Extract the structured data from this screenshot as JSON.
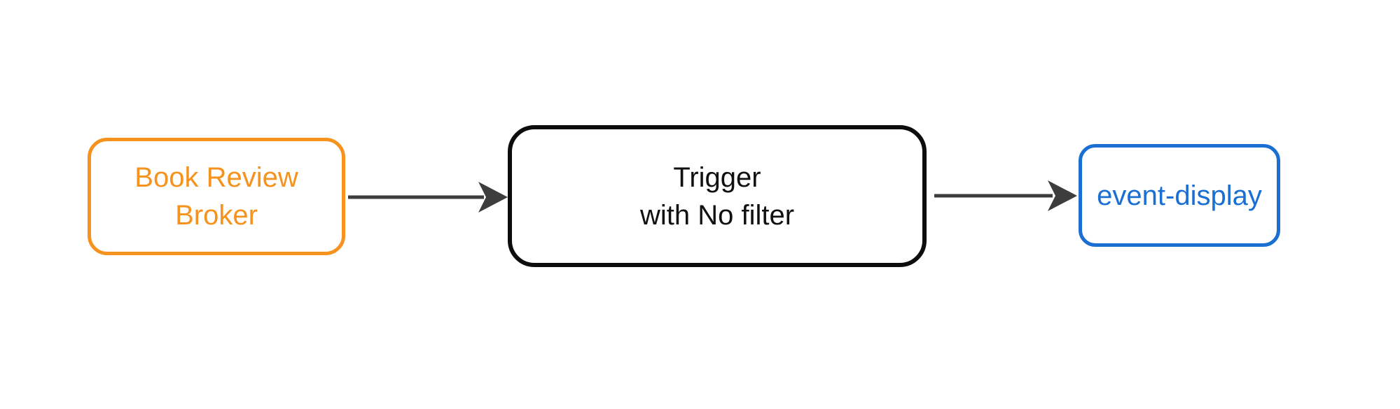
{
  "diagram": {
    "background_color": "#FFFFFF",
    "arrow_color": "#3D3D3D",
    "nodes": [
      {
        "id": "book-review-broker",
        "line1": "Book Review",
        "line2": "Broker",
        "color": "#F6921E",
        "shape": "rounded-rectangle"
      },
      {
        "id": "trigger",
        "line1": "Trigger",
        "line2": "with No filter",
        "color": "#0D0D0D",
        "shape": "rounded-rectangle"
      },
      {
        "id": "event-display",
        "line1": "event-display",
        "color": "#1B6FD2",
        "shape": "rounded-rectangle"
      }
    ],
    "edges": [
      {
        "from": "book-review-broker",
        "to": "trigger",
        "type": "arrow"
      },
      {
        "from": "trigger",
        "to": "event-display",
        "type": "arrow"
      }
    ]
  }
}
